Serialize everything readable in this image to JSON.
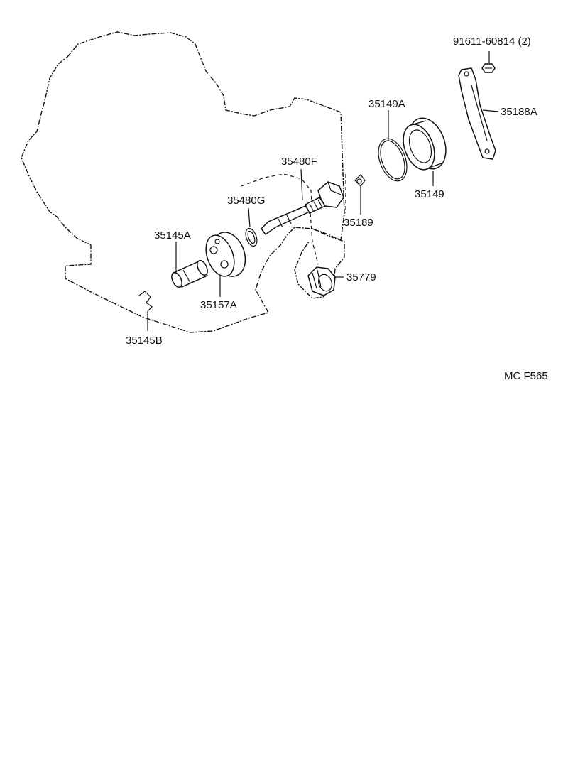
{
  "diagram": {
    "callouts": {
      "bolt": "91611-60814 (2)",
      "bracket": "35188A",
      "o_ring_outer": "35149A",
      "sleeve_outer": "35149",
      "shaft": "35480F",
      "o_ring_inner": "35480G",
      "clip": "35189",
      "plug": "35145A",
      "sleeve_inner": "35157A",
      "gear": "35779",
      "spring_clip": "35145B"
    },
    "figure_code": "MC F565"
  }
}
